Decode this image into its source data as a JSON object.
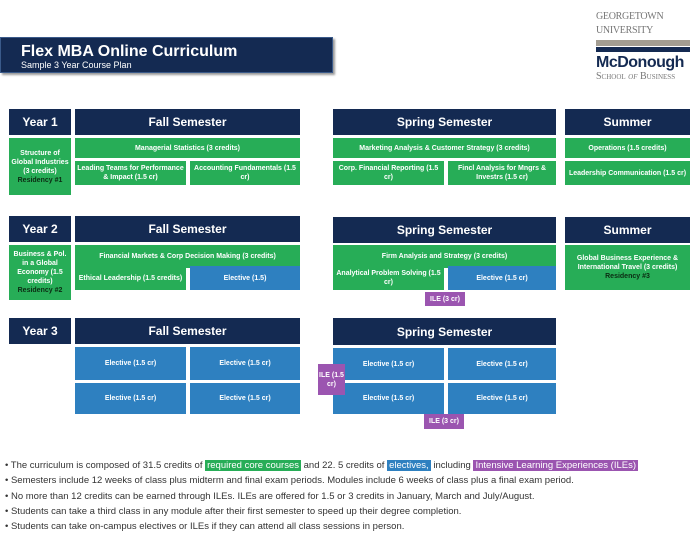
{
  "header": {
    "title": "Flex MBA Online Curriculum",
    "subtitle": "Sample 3 Year Course Plan"
  },
  "logo": {
    "line1": "Georgetown",
    "line2": "University",
    "line3": "McDonough",
    "line4a": "School ",
    "line4b": "of",
    "line4c": " Business"
  },
  "colors": {
    "core": "#27ad57",
    "elective": "#2e80c0",
    "ile": "#9b55b0",
    "header": "#142a52"
  },
  "year1": {
    "label": "Year 1",
    "fall": "Fall Semester",
    "spring": "Spring Semester",
    "summer": "Summer",
    "side": "Structure of Global Industries (3 credits)",
    "side_res": "Residency #1",
    "fall1": "Managerial Statistics (3 credits)",
    "fall2": "Leading Teams for Performance & Impact (1.5 cr)",
    "fall3": "Accounting Fundamentals (1.5 cr)",
    "spring1": "Marketing Analysis & Customer Strategy (3 credits)",
    "spring2": "Corp. Financial Reporting (1.5 cr)",
    "spring3": "Fincl Analysis for Mngrs & Investrs (1.5 cr)",
    "summer1": "Operations (1.5 credits)",
    "summer2": "Leadership Communication (1.5 cr)"
  },
  "year2": {
    "label": "Year 2",
    "fall": "Fall Semester",
    "spring": "Spring Semester",
    "summer": "Summer",
    "side": "Business & Pol. in a Global Economy (1.5 credits)",
    "side_res": "Residency #2",
    "fall1": "Financial Markets & Corp Decision Making (3 credits)",
    "fall2": "Ethical Leadership (1.5 credits)",
    "fall3": "Elective (1.5)",
    "spring1": "Firm Analysis and Strategy (3 credits)",
    "spring2": "Analytical Problem Solving (1.5 cr)",
    "spring3": "Elective (1.5 cr)",
    "summer1": "Global Business Experience & International Travel (3 credits)",
    "summer_res": "Residency #3",
    "ile": "ILE (3 cr)"
  },
  "year3": {
    "label": "Year 3",
    "fall": "Fall Semester",
    "spring": "Spring Semester",
    "elective": "Elective (1.5 cr)",
    "ile_side": "ILE (1.5 cr)",
    "ile_bottom": "ILE (3 cr)"
  },
  "notes": {
    "n1a": "• The curriculum is composed of 31.5 credits of ",
    "n1b": "required core courses",
    "n1c": " and 22. 5 credits of ",
    "n1d": "electives,",
    "n1e": " including ",
    "n1f": "Intensive Learning Experiences (ILEs)",
    "n2": "• Semesters include 12 weeks of class plus midterm and final exam periods. Modules include 6 weeks of class plus a final exam period.",
    "n3": "• No more than 12 credits can be earned through ILEs. ILEs are offered for 1.5 or 3 credits in January, March and July/August.",
    "n4": "• Students can take a third class in any module after their first semester to speed up their degree completion.",
    "n5": "• Students can take on-campus electives or ILEs if they can attend all class sessions in person."
  }
}
